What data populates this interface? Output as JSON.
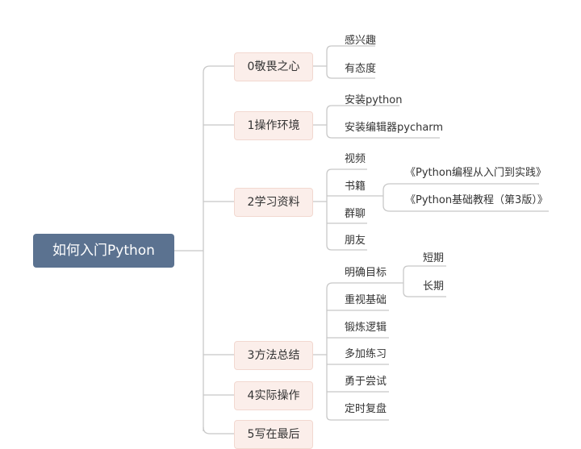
{
  "root": "如何入门Python",
  "branches": [
    {
      "label": "0敬畏之心",
      "children": [
        "感兴趣",
        "有态度"
      ]
    },
    {
      "label": "1操作环境",
      "children": [
        "安装python",
        "安装编辑器pycharm"
      ]
    },
    {
      "label": "2学习资料",
      "children": [
        "视频",
        "书籍",
        "群聊",
        "朋友"
      ],
      "sub": {
        "书籍": [
          "《Python编程从入门到实践》",
          "《Python基础教程（第3版）》"
        ]
      }
    },
    {
      "label": "3方法总结",
      "children": [
        "明确目标",
        "重视基础",
        "锻炼逻辑",
        "多加练习",
        "勇于尝试",
        "定时复盘"
      ],
      "sub": {
        "明确目标": [
          "短期",
          "长期"
        ]
      }
    },
    {
      "label": "4实际操作",
      "children": []
    },
    {
      "label": "5写在最后",
      "children": []
    }
  ],
  "colors": {
    "root_fill": "#5b7290",
    "branch_fill": "#fbeeea",
    "line": "#c8c8c8"
  }
}
